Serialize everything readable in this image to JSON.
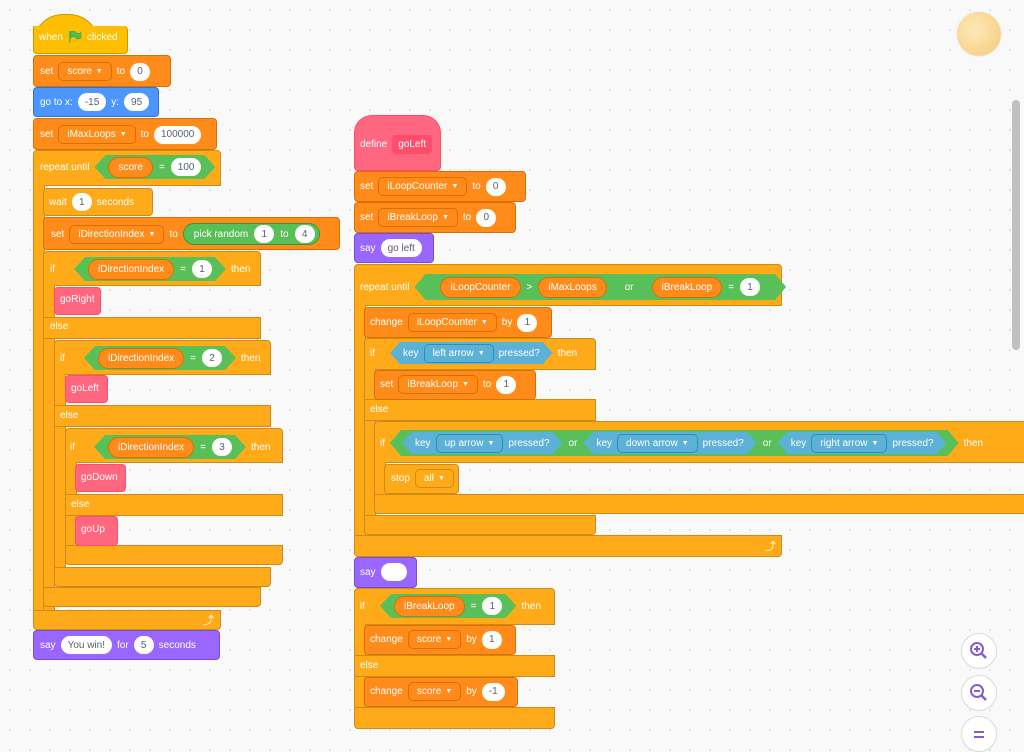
{
  "script1": {
    "hat": {
      "when": "when",
      "clicked": "clicked"
    },
    "set_score": {
      "set": "set",
      "var": "score",
      "to": "to",
      "value": "0"
    },
    "goto": {
      "label": "go to x:",
      "x": "-15",
      "y_label": "y:",
      "y": "95"
    },
    "set_maxloops": {
      "set": "set",
      "var": "iMaxLoops",
      "to": "to",
      "value": "100000"
    },
    "repeat_until": {
      "label": "repeat until",
      "var": "score",
      "op": "=",
      "value": "100"
    },
    "wait": {
      "label": "wait",
      "value": "1",
      "unit": "seconds"
    },
    "set_dir": {
      "set": "set",
      "var": "iDirectionIndex",
      "to": "to",
      "random": "pick random",
      "from": "1",
      "to_label": "to",
      "upto": "4"
    },
    "if1": {
      "if": "if",
      "var": "iDirectionIndex",
      "op": "=",
      "value": "1",
      "then": "then",
      "call": "goRight",
      "else": "else"
    },
    "if2": {
      "if": "if",
      "var": "iDirectionIndex",
      "op": "=",
      "value": "2",
      "then": "then",
      "call": "goLeft",
      "else": "else"
    },
    "if3": {
      "if": "if",
      "var": "iDirectionIndex",
      "op": "=",
      "value": "3",
      "then": "then",
      "call": "goDown",
      "else": "else",
      "call2": "goUp"
    },
    "say_win": {
      "say": "say",
      "text": "You win!",
      "for": "for",
      "secs": "5",
      "unit": "seconds"
    }
  },
  "script2": {
    "define": {
      "label": "define",
      "name": "goLeft"
    },
    "set_loop": {
      "set": "set",
      "var": "iLoopCounter",
      "to": "to",
      "value": "0"
    },
    "set_break": {
      "set": "set",
      "var": "iBreakLoop",
      "to": "to",
      "value": "0"
    },
    "say1": {
      "say": "say",
      "text": "go left"
    },
    "repeat_until": {
      "label": "repeat until",
      "var1": "iLoopCounter",
      "gt": ">",
      "var2": "iMaxLoops",
      "or": "or",
      "var3": "iBreakLoop",
      "eq": "=",
      "value": "1"
    },
    "change_loop": {
      "change": "change",
      "var": "iLoopCounter",
      "by": "by",
      "value": "1"
    },
    "if_left": {
      "if": "if",
      "key": "key",
      "keyname": "left arrow",
      "pressed": "pressed?",
      "then": "then",
      "else": "else"
    },
    "set_break1": {
      "set": "set",
      "var": "iBreakLoop",
      "to": "to",
      "value": "1"
    },
    "if_keys": {
      "if": "if",
      "key": "key",
      "k1": "up arrow",
      "pressed": "pressed?",
      "or": "or",
      "k2": "down arrow",
      "k3": "right arrow",
      "then": "then"
    },
    "stop": {
      "label": "stop",
      "option": "all"
    },
    "say2": {
      "say": "say",
      "text": ""
    },
    "if_break": {
      "if": "if",
      "var": "iBreakLoop",
      "op": "=",
      "value": "1",
      "then": "then",
      "else": "else"
    },
    "change_score1": {
      "change": "change",
      "var": "score",
      "by": "by",
      "value": "1"
    },
    "change_score2": {
      "change": "change",
      "var": "score",
      "by": "by",
      "value": "-1"
    }
  },
  "zoom": {
    "in": "zoom-in",
    "out": "zoom-out",
    "reset": "zoom-reset"
  }
}
